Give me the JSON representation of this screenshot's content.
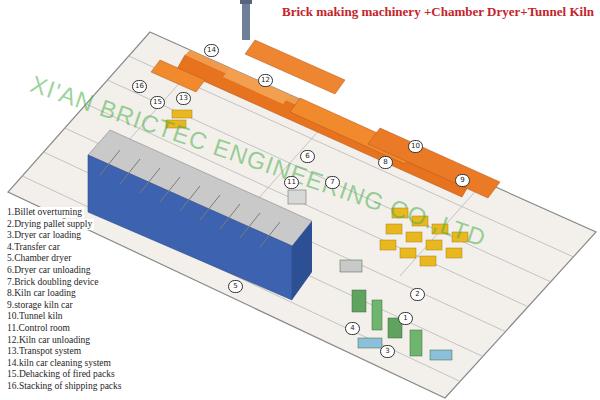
{
  "diagram": {
    "title": "Brick making machinery +Chamber Dryer+Tunnel Kiln",
    "labels": [
      "XI'AN BRICTEC ENGINEERING CO.,LTD",
      "1.Billet overturning",
      "2.Drying pallet supply",
      "3.Dryer car loading",
      "4.Transfer car",
      "5.Chamber dryer",
      "6.Dryer car unloading",
      "7.Brick doubling device",
      "8.Kiln car loading",
      "9.storage kiln car",
      "10.Tunnel kiln",
      "11.Control room",
      "12.Kiln car unloading",
      "13.Transpot system",
      "14.kiln car cleaning system",
      "15.Dehacking of fired packs",
      "16.Stacking of shipping packs",
      "1",
      "2",
      "3",
      "4",
      "5",
      "6",
      "7",
      "8",
      "9",
      "10",
      "11",
      "12",
      "13",
      "14",
      "15",
      "16"
    ]
  }
}
